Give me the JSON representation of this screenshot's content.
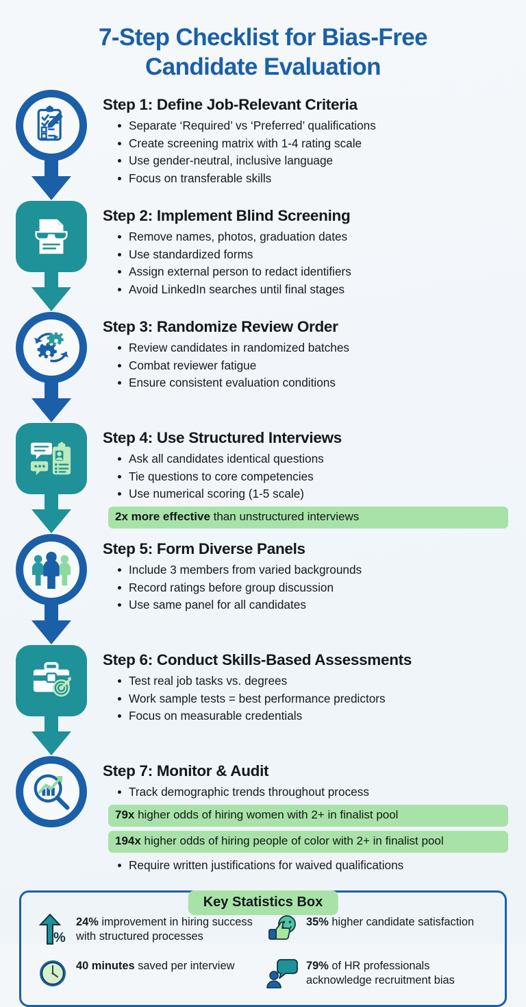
{
  "title": {
    "line1": "7-Step Checklist for Bias-Free",
    "line2": "Candidate Evaluation"
  },
  "colors": {
    "blue": "#1a5fa8",
    "teal": "#1e9199",
    "green_highlight": "#a9e2a8",
    "background": "#f3f7fa",
    "text": "#17191c"
  },
  "steps": [
    {
      "icon": "clipboard-checklist-icon",
      "node_shape": "circle",
      "title": "Step 1: Define Job-Relevant Criteria",
      "bullets": [
        "Separate ‘Required’ vs ‘Preferred’ qualifications",
        "Create screening matrix with 1-4 rating scale",
        "Use gender-neutral, inclusive language",
        "Focus on transferable skills"
      ],
      "highlights": []
    },
    {
      "icon": "document-sunglasses-icon",
      "node_shape": "square",
      "title": "Step 2: Implement Blind Screening",
      "bullets": [
        "Remove names, photos, graduation dates",
        "Use standardized forms",
        "Assign external person to redact identifiers",
        "Avoid LinkedIn searches until final stages"
      ],
      "highlights": []
    },
    {
      "icon": "gears-refresh-icon",
      "node_shape": "circle",
      "title": "Step 3: Randomize Review Order",
      "bullets": [
        "Review candidates in randomized batches",
        "Combat reviewer fatigue",
        "Ensure consistent evaluation conditions"
      ],
      "highlights": []
    },
    {
      "icon": "chat-clipboard-interview-icon",
      "node_shape": "square",
      "title": "Step 4: Use Structured Interviews",
      "bullets": [
        "Ask all candidates identical questions",
        "Tie questions to core competencies",
        "Use numerical scoring (1-5 scale)"
      ],
      "highlights": [
        {
          "bold": "2x more effective",
          "rest": " than unstructured interviews"
        }
      ]
    },
    {
      "icon": "three-people-panel-icon",
      "node_shape": "circle",
      "title": "Step 5: Form Diverse Panels",
      "bullets": [
        "Include 3 members from varied backgrounds",
        "Record ratings before group discussion",
        "Use same panel for all candidates"
      ],
      "highlights": []
    },
    {
      "icon": "briefcase-target-icon",
      "node_shape": "square",
      "title": "Step 6: Conduct Skills-Based Assessments",
      "bullets": [
        "Test real job tasks vs. degrees",
        "Work sample tests = best performance predictors",
        "Focus on measurable credentials"
      ],
      "highlights": []
    },
    {
      "icon": "magnifier-chart-audit-icon",
      "node_shape": "circle",
      "title": "Step 7: Monitor & Audit",
      "bullets_before": [
        "Track demographic trends throughout process"
      ],
      "highlights": [
        {
          "bold": "79x",
          "rest": " higher odds of hiring women with 2+ in finalist pool"
        },
        {
          "bold": "194x",
          "rest": " higher odds of hiring people of color with 2+ in finalist pool"
        }
      ],
      "bullets_after": [
        "Require written justifications for waived qualifications"
      ],
      "bullets": []
    }
  ],
  "stats": {
    "badge_label": "Key Statistics Box",
    "items": [
      {
        "icon": "up-arrow-percent-icon",
        "bold": "24%",
        "rest": " improvement in hiring success with structured processes"
      },
      {
        "icon": "smiley-thumbs-up-icon",
        "bold": "35%",
        "rest": " higher candidate satisfaction"
      },
      {
        "icon": "clock-icon",
        "bold": "40 minutes",
        "rest": " saved per interview"
      },
      {
        "icon": "person-speech-bubble-icon",
        "bold": "79%",
        "rest": " of HR professionals acknowledge recruitment bias"
      }
    ]
  }
}
